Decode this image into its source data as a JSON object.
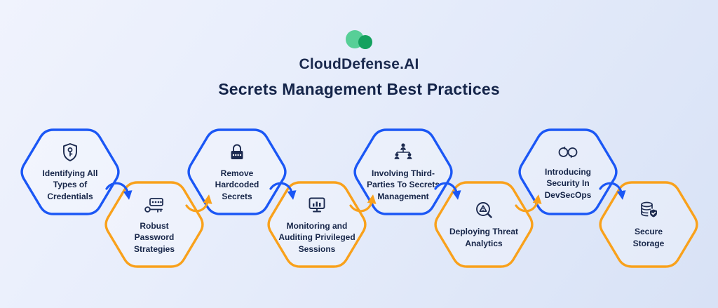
{
  "header": {
    "brand": "CloudDefense.AI",
    "title": "Secrets Management Best Practices"
  },
  "colors": {
    "blue": "#1b57f5",
    "orange": "#f9a11b",
    "navy": "#172649",
    "logo_light_green": "#57cf97",
    "logo_dark_green": "#14a15f",
    "background": "#e4ebf9"
  },
  "steps": [
    {
      "label": "Identifying All\nTypes of\nCredentials",
      "icon": "credentials-key-icon",
      "accent": "blue",
      "position": "top"
    },
    {
      "label": "Robust\nPassword\nStrategies",
      "icon": "password-key-icon",
      "accent": "orange",
      "position": "bottom"
    },
    {
      "label": "Remove\nHardcoded\nSecrets",
      "icon": "padlock-icon",
      "accent": "blue",
      "position": "top"
    },
    {
      "label": "Monitoring and\nAuditing Privileged\nSessions",
      "icon": "monitoring-chart-icon",
      "accent": "orange",
      "position": "bottom"
    },
    {
      "label": "Involving Third-\nParties To Secrets\nManagement",
      "icon": "org-hierarchy-icon",
      "accent": "blue",
      "position": "top"
    },
    {
      "label": "Deploying Threat\nAnalytics",
      "icon": "threat-magnifier-icon",
      "accent": "orange",
      "position": "bottom"
    },
    {
      "label": "Introducing\nSecurity In\nDevSecOps",
      "icon": "devops-loop-icon",
      "accent": "blue",
      "position": "top"
    },
    {
      "label": "Secure\nStorage",
      "icon": "database-shield-icon",
      "accent": "orange",
      "position": "bottom"
    }
  ],
  "arrows": [
    {
      "color": "blue",
      "direction": "down"
    },
    {
      "color": "orange",
      "direction": "up"
    },
    {
      "color": "blue",
      "direction": "down"
    },
    {
      "color": "orange",
      "direction": "up"
    },
    {
      "color": "blue",
      "direction": "down"
    },
    {
      "color": "orange",
      "direction": "up"
    },
    {
      "color": "blue",
      "direction": "down"
    }
  ]
}
